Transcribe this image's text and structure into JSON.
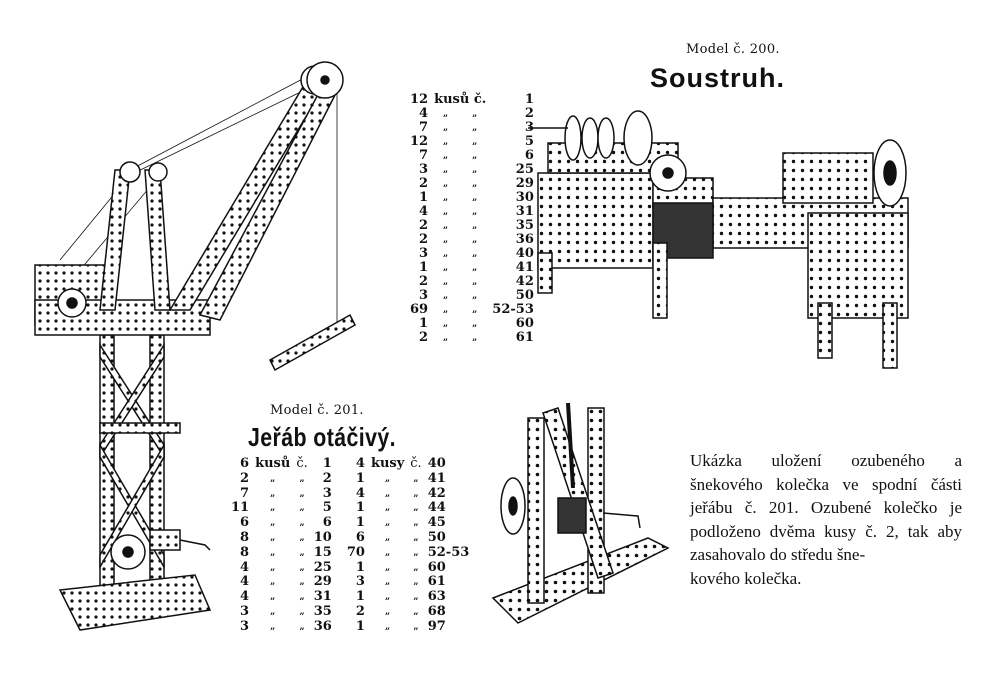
{
  "lathe": {
    "model_label": "Model č. 200.",
    "title": "Soustruh.",
    "parts_header": {
      "qty": "12",
      "unit": "kusů č.",
      "no": "1"
    },
    "ditto": "„",
    "parts": [
      {
        "qty": "4",
        "no": "2"
      },
      {
        "qty": "7",
        "no": "3"
      },
      {
        "qty": "12",
        "no": "5"
      },
      {
        "qty": "7",
        "no": "6"
      },
      {
        "qty": "3",
        "no": "25"
      },
      {
        "qty": "2",
        "no": "29"
      },
      {
        "qty": "1",
        "no": "30"
      },
      {
        "qty": "4",
        "no": "31"
      },
      {
        "qty": "2",
        "no": "35"
      },
      {
        "qty": "2",
        "no": "36"
      },
      {
        "qty": "3",
        "no": "40"
      },
      {
        "qty": "1",
        "no": "41"
      },
      {
        "qty": "2",
        "no": "42"
      },
      {
        "qty": "3",
        "no": "50"
      },
      {
        "qty": "69",
        "no": "52-53"
      },
      {
        "qty": "1",
        "no": "60"
      },
      {
        "qty": "2",
        "no": "61"
      }
    ]
  },
  "crane": {
    "model_label": "Model č. 201.",
    "title": "Jeřáb otáčivý.",
    "header": {
      "qty1": "6",
      "unit1": "kusů",
      "c1": "č.",
      "no1": "1",
      "qty2": "4",
      "unit2": "kusy",
      "c2": "č.",
      "no2": "40"
    },
    "ditto": "„",
    "parts": [
      {
        "qty1": "2",
        "no1": "2",
        "qty2": "1",
        "no2": "41"
      },
      {
        "qty1": "7",
        "no1": "3",
        "qty2": "4",
        "no2": "42"
      },
      {
        "qty1": "11",
        "no1": "5",
        "qty2": "1",
        "no2": "44"
      },
      {
        "qty1": "6",
        "no1": "6",
        "qty2": "1",
        "no2": "45"
      },
      {
        "qty1": "8",
        "no1": "10",
        "qty2": "6",
        "no2": "50"
      },
      {
        "qty1": "8",
        "no1": "15",
        "qty2": "70",
        "no2": "52-53"
      },
      {
        "qty1": "4",
        "no1": "25",
        "qty2": "1",
        "no2": "60"
      },
      {
        "qty1": "4",
        "no1": "29",
        "qty2": "3",
        "no2": "61"
      },
      {
        "qty1": "4",
        "no1": "31",
        "qty2": "1",
        "no2": "63"
      },
      {
        "qty1": "3",
        "no1": "35",
        "qty2": "2",
        "no2": "68"
      },
      {
        "qty1": "3",
        "no1": "36",
        "qty2": "1",
        "no2": "97"
      }
    ]
  },
  "detail_caption": {
    "text": "Ukázka uložení ozubeného a šnekového kolečka ve spodní části jeřábu č. 201. Ozubené kolečko je podloženo dvěma kusy č. 2, tak aby zasahovalo do středu šne-",
    "last_line": "kového kolečka."
  }
}
